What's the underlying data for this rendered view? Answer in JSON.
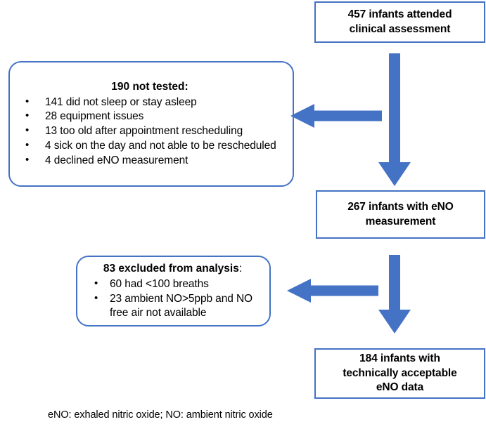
{
  "diagram": {
    "type": "flowchart",
    "accent_color": "#4472C4",
    "arrow_color": "#4472C4",
    "box_border_color": "#4472C4",
    "background_color": "#FFFFFF",
    "text_color": "#000000"
  },
  "boxes": {
    "attended": {
      "line1": "457 infants attended",
      "line2": "clinical assessment"
    },
    "not_tested": {
      "heading": "190 not tested:",
      "bullets": [
        "141 did not sleep or stay asleep",
        "28 equipment issues",
        "13 too old after appointment rescheduling",
        "4 sick on the day and not able to be rescheduled",
        "4 declined eNO measurement"
      ]
    },
    "measured": {
      "line1": "267 infants with eNO",
      "line2": "measurement"
    },
    "excluded": {
      "heading_bold": "83 excluded from analysis",
      "heading_plain": ":",
      "bullets": [
        "60 had <100 breaths",
        "23 ambient NO>5ppb and NO free air not available"
      ]
    },
    "acceptable": {
      "line1": "184 infants with",
      "line2": "technically acceptable",
      "line3": "eNO data"
    }
  },
  "arrows": {
    "down_1": "arrow-down",
    "down_2": "arrow-down",
    "left_1": "arrow-left",
    "left_2": "arrow-left"
  },
  "footnote": {
    "text": "eNO: exhaled nitric oxide; NO: ambient nitric oxide"
  }
}
